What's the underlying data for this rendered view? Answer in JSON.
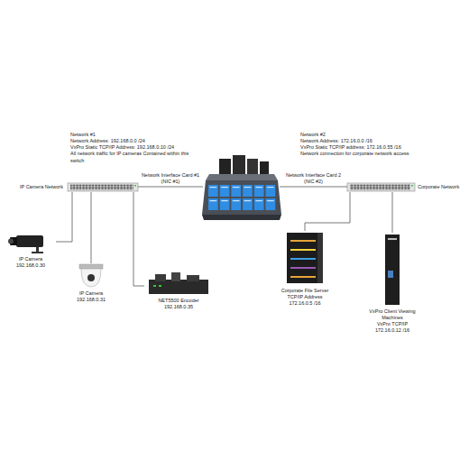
{
  "diagram": {
    "nodes": [
      {
        "text": [
          "IP Camera Network"
        ]
      },
      {
        "text": []
      },
      {
        "text": [
          "Corporate Network"
        ]
      },
      {
        "text": [
          "IP Camera",
          "192.168.0.30"
        ]
      },
      {
        "text": [
          "IP Camera",
          "192.168.0.31"
        ]
      },
      {
        "text": [
          "NET5500 Encoder",
          "192.168.0.35"
        ]
      },
      {
        "text": [
          "Corporate File Server",
          "TCP/IP Address",
          "172.16.0.5 /16"
        ]
      },
      {
        "text": [
          "VxPro Client Viewing Machines",
          "VxPro TCP/IP",
          "172.16.0.12 /16"
        ]
      }
    ],
    "edges": [
      {
        "from": 0,
        "to": 1,
        "label": "Network Interface Card #1 (NIC #1)",
        "arrow": "none"
      },
      {
        "from": 1,
        "to": 2,
        "label": "Network Interface Card 2 (NIC #2)",
        "arrow": "none"
      },
      {
        "from": 3,
        "to": 0,
        "arrow": "none"
      },
      {
        "from": 4,
        "to": 0,
        "arrow": "none"
      },
      {
        "from": 5,
        "to": 0,
        "arrow": "none"
      },
      {
        "from": 6,
        "to": 2,
        "arrow": "none"
      },
      {
        "from": 7,
        "to": 2,
        "arrow": "none"
      }
    ],
    "labels": [
      "Network #1",
      "Network Address: 192.168.0.0 /24",
      "VxPro Static TCP/IP Address: 192.168.0.10 /24",
      "All network traffic for IP cameras Contained within this switch",
      "Network #2",
      "Network Address: 172.16.0.0 /16",
      "VxPro Static TCP/IP address: 172.16.0.55 /16",
      "Network connection for corporate network access"
    ]
  }
}
